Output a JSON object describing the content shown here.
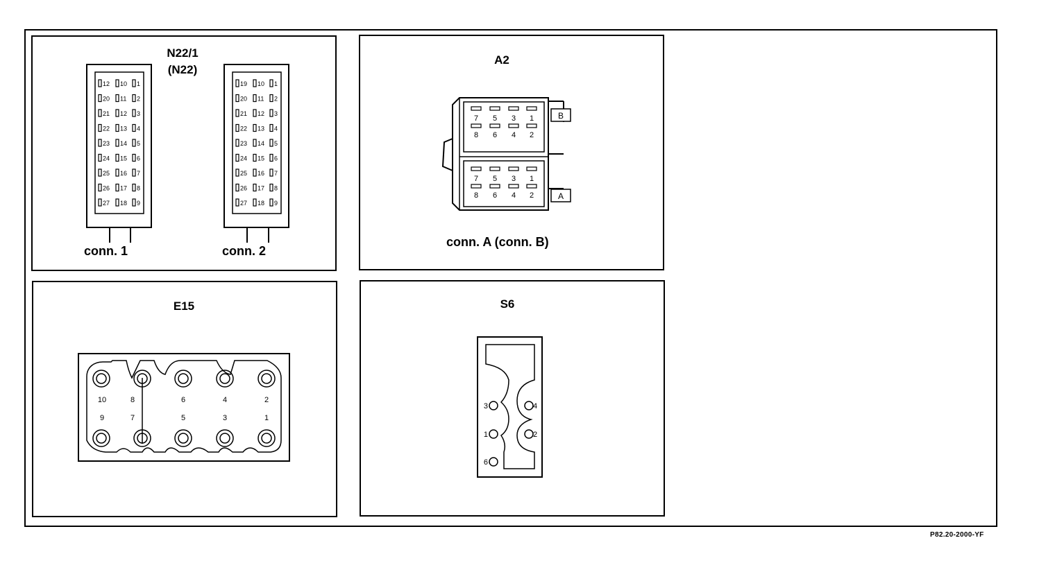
{
  "panels": {
    "n22": {
      "title": "N22/1",
      "subtitle": "(N22)",
      "conn1_label": "conn. 1",
      "conn2_label": "conn. 2",
      "pin_rows": [
        [
          "12",
          "10",
          "1"
        ],
        [
          "20",
          "11",
          "2"
        ],
        [
          "21",
          "12",
          "3"
        ],
        [
          "22",
          "13",
          "4"
        ],
        [
          "23",
          "14",
          "5"
        ],
        [
          "24",
          "15",
          "6"
        ],
        [
          "25",
          "16",
          "7"
        ],
        [
          "26",
          "17",
          "8"
        ],
        [
          "27",
          "18",
          "9"
        ]
      ],
      "pin_rows_conn2": [
        [
          "19",
          "10",
          "1"
        ],
        [
          "20",
          "11",
          "2"
        ],
        [
          "21",
          "12",
          "3"
        ],
        [
          "22",
          "13",
          "4"
        ],
        [
          "23",
          "14",
          "5"
        ],
        [
          "24",
          "15",
          "6"
        ],
        [
          "25",
          "16",
          "7"
        ],
        [
          "26",
          "17",
          "8"
        ],
        [
          "27",
          "18",
          "9"
        ]
      ]
    },
    "a2": {
      "title": "A2",
      "caption": "conn. A (conn. B)",
      "tag_b": "B",
      "tag_a": "A",
      "top_row": [
        "7",
        "5",
        "3",
        "1"
      ],
      "bottom_row": [
        "8",
        "6",
        "4",
        "2"
      ]
    },
    "e15": {
      "title": "E15",
      "upper_labels": [
        "10",
        "8",
        "6",
        "4",
        "2"
      ],
      "lower_labels": [
        "9",
        "7",
        "5",
        "3",
        "1"
      ]
    },
    "s6": {
      "title": "S6",
      "pins": [
        "3",
        "4",
        "1",
        "2",
        "6"
      ]
    }
  },
  "reference_code": "P82.20-2000-YF"
}
